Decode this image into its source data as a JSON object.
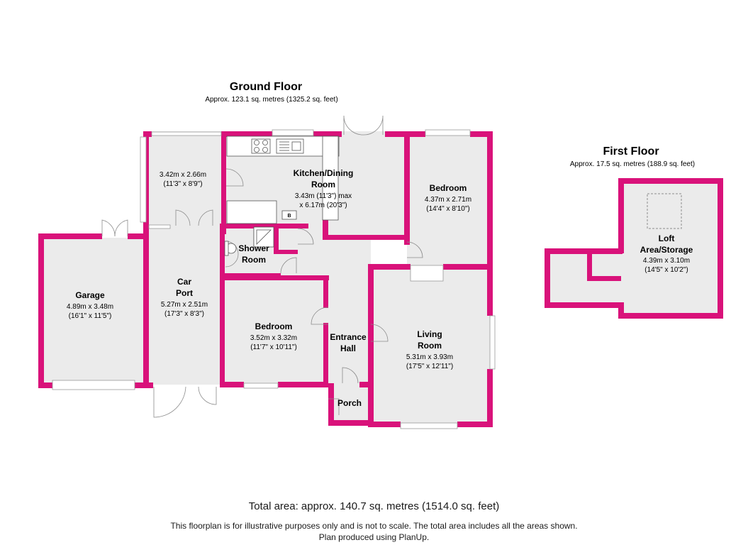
{
  "ground_floor": {
    "title": "Ground Floor",
    "area": "Approx. 123.1 sq. metres (1325.2 sq. feet)"
  },
  "first_floor": {
    "title": "First Floor",
    "area": "Approx.  17.5 sq. metres (188.9 sq. feet)"
  },
  "rooms": {
    "utility": {
      "dim_m": "3.42m x 2.66m",
      "dim_ft": "(11'3\" x 8'9\")"
    },
    "kitchen": {
      "name_1": "Kitchen/Dining",
      "name_2": "Room",
      "dim_m": "3.43m (11'3\") max",
      "dim_ft": "x 6.17m (20'3\")"
    },
    "bedroom_rear": {
      "name": "Bedroom",
      "dim_m": "4.37m x 2.71m",
      "dim_ft": "(14'4\" x 8'10\")"
    },
    "shower": {
      "name_1": "Shower",
      "name_2": "Room",
      "boiler_label": "B"
    },
    "garage": {
      "name": "Garage",
      "dim_m": "4.89m x 3.48m",
      "dim_ft": "(16'1\" x 11'5\")"
    },
    "carport": {
      "name_1": "Car",
      "name_2": "Port",
      "dim_m": "5.27m x 2.51m",
      "dim_ft": "(17'3\" x 8'3\")"
    },
    "bedroom_front": {
      "name": "Bedroom",
      "dim_m": "3.52m x 3.32m",
      "dim_ft": "(11'7\" x 10'11\")"
    },
    "hall": {
      "name_1": "Entrance",
      "name_2": "Hall"
    },
    "porch": {
      "name": "Porch"
    },
    "living": {
      "name_1": "Living",
      "name_2": "Room",
      "dim_m": "5.31m x 3.93m",
      "dim_ft": "(17'5\" x 12'11\")"
    },
    "loft": {
      "name_1": "Loft",
      "name_2": "Area/Storage",
      "dim_m": "4.39m x 3.10m",
      "dim_ft": "(14'5\" x 10'2\")"
    }
  },
  "footer": {
    "total_area": "Total area: approx. 140.7 sq. metres (1514.0 sq. feet)",
    "disclaimer": "This floorplan is for illustrative purposes only and is not to scale. The total area includes all the areas shown.",
    "credit": "Plan produced using PlanUp."
  },
  "colors": {
    "wall": "#d9127a",
    "floor": "#ebebeb"
  }
}
